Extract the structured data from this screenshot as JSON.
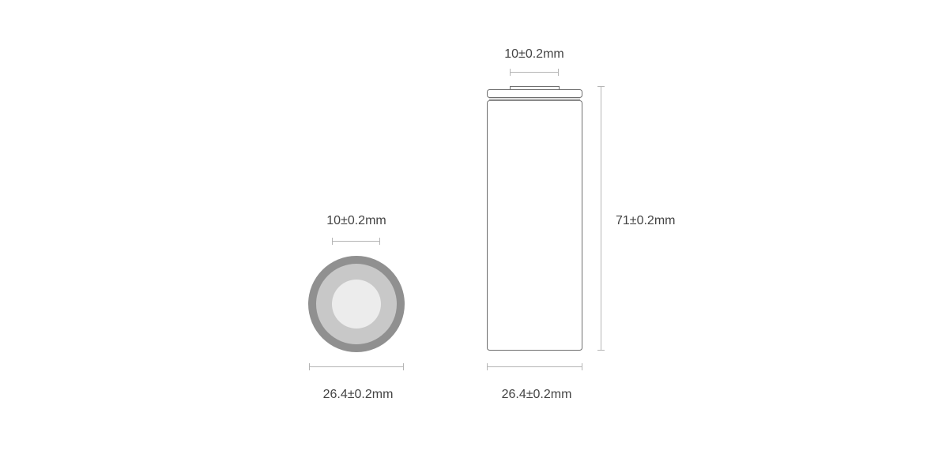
{
  "colors": {
    "line": "#b5b5b5",
    "outline": "#6f6f6f",
    "ring_outer": "#909090",
    "ring_middle": "#c8c8c8",
    "ring_inner": "#ececec",
    "text": "#444444"
  },
  "top_view": {
    "terminal_width_label": "10±0.2mm",
    "diameter_label": "26.4±0.2mm"
  },
  "side_view": {
    "terminal_width_label": "10±0.2mm",
    "height_label": "71±0.2mm",
    "diameter_label": "26.4±0.2mm"
  }
}
